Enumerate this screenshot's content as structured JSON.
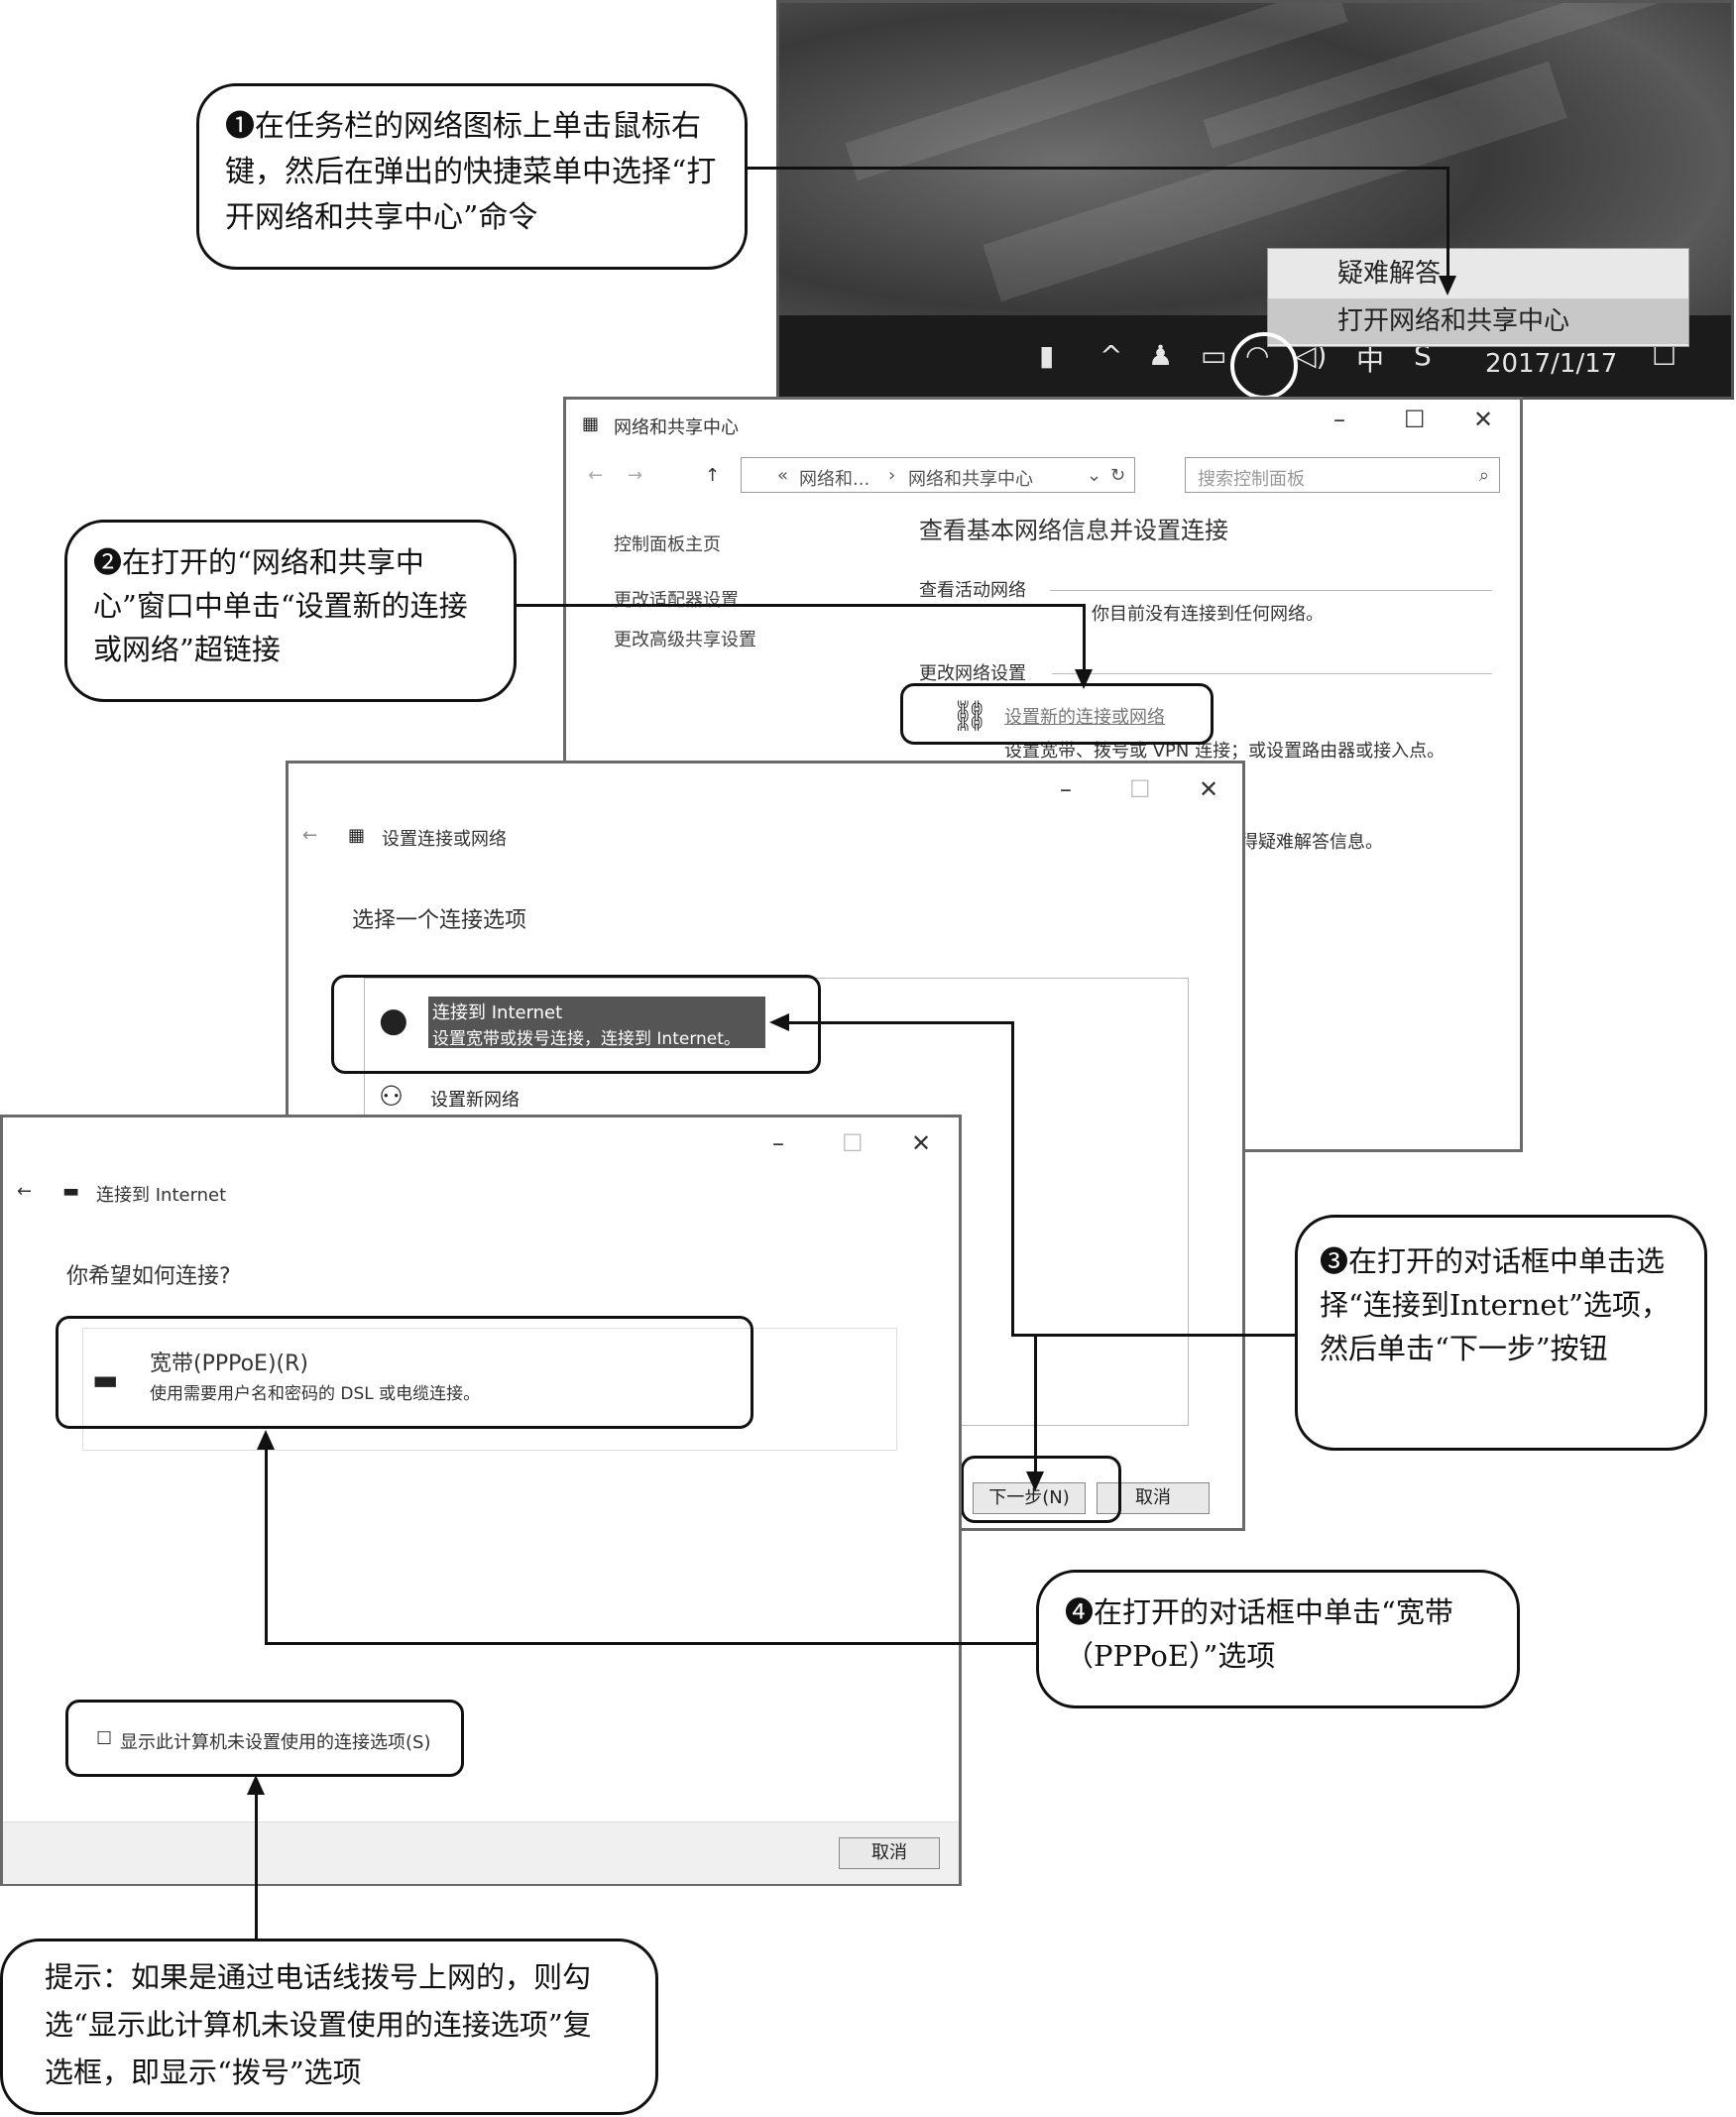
{
  "taskbar_desktop": {
    "menu_items": [
      "疑难解答",
      "打开网络和共享中心"
    ],
    "clock_date": "2017/1/17",
    "ime_label": "中"
  },
  "network_center": {
    "title": "网络和共享中心",
    "breadcrumb_root": "网络和...",
    "breadcrumb_current": "网络和共享中心",
    "search_placeholder": "搜索控制面板",
    "sidebar": [
      "控制面板主页",
      "更改适配器设置",
      "更改高级共享设置"
    ],
    "main_heading": "查看基本网络信息并设置连接",
    "active_networks_label": "查看活动网络",
    "no_network_text": "你目前没有连接到任何网络。",
    "change_settings_label": "更改网络设置",
    "setup_link": "设置新的连接或网络",
    "setup_desc": "设置宽带、拨号或 VPN 连接；或设置路由器或接入点。",
    "trouble_fragment": "得疑难解答信息。"
  },
  "setup_wizard": {
    "title": "设置连接或网络",
    "heading": "选择一个连接选项",
    "options": [
      {
        "title": "连接到 Internet",
        "desc": "设置宽带或拨号连接，连接到 Internet。"
      },
      {
        "title": "设置新网络",
        "desc": ""
      }
    ],
    "next_button": "下一步(N)",
    "cancel_button": "取消"
  },
  "connect_internet": {
    "title": "连接到 Internet",
    "question": "你希望如何连接?",
    "option_title": "宽带(PPPoE)(R)",
    "option_desc": "使用需要用户名和密码的 DSL 或电缆连接。",
    "checkbox_label": "显示此计算机未设置使用的连接选项(S)",
    "cancel_button": "取消"
  },
  "callouts": {
    "step1": "❶在任务栏的网络图标上单击鼠标右键，然后在弹出的快捷菜单中选择“打开网络和共享中心”命令",
    "step2": "❷在打开的“网络和共享中心”窗口中单击“设置新的连接或网络”超链接",
    "step3": "❸在打开的对话框中单击选择“连接到Internet”选项，然后单击“下一步”按钮",
    "step4": "❹在打开的对话框中单击“宽带（PPPoE）”选项",
    "tip": "提示：如果是通过电话线拨号上网的，则勾选“显示此计算机未设置使用的连接选项”复选框，即显示“拨号”选项"
  },
  "icons": [
    "usb-icon",
    "chevron-up-icon",
    "people-icon",
    "battery-icon",
    "wifi-icon",
    "speaker-icon",
    "sogou-icon",
    "notification-icon",
    "network-icon",
    "globe-icon",
    "modem-icon"
  ]
}
